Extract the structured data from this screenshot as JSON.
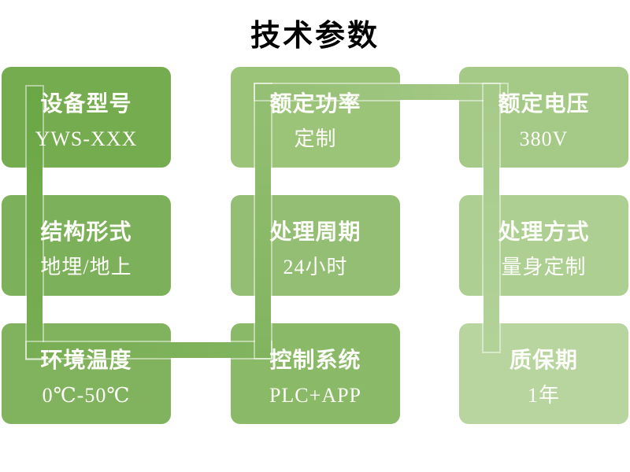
{
  "title": "技术参数",
  "diagram": {
    "boxes": [
      {
        "id": "device-model",
        "label": "设备型号",
        "value": "YWS-XXX",
        "color": "#76ac50"
      },
      {
        "id": "rated-power",
        "label": "额定功率",
        "value": "定制",
        "color": "#9cc479"
      },
      {
        "id": "rated-voltage",
        "label": "额定电压",
        "value": "380V",
        "color": "#a5ca87"
      },
      {
        "id": "structure-type",
        "label": "结构形式",
        "value": "地埋/地上",
        "color": "#7cb05a"
      },
      {
        "id": "treatment-cycle",
        "label": "处理周期",
        "value": "24小时",
        "color": "#94be74"
      },
      {
        "id": "treatment-method",
        "label": "处理方式",
        "value": "量身定制",
        "color": "#aecf92"
      },
      {
        "id": "ambient-temperature",
        "label": "环境温度",
        "value": "0℃-50℃",
        "color": "#81b35e"
      },
      {
        "id": "control-system",
        "label": "控制系统",
        "value": "PLC+APP",
        "color": "#8aba68"
      },
      {
        "id": "warranty-period",
        "label": "质保期",
        "value": "1年",
        "color": "#b8d5a0"
      }
    ],
    "connectors": [
      {
        "id": "v1",
        "dir": "to bottom",
        "from": "#6ba746",
        "to": "#78ae53"
      },
      {
        "id": "h1",
        "dir": "to right",
        "from": "#78ae53",
        "to": "#82b45f"
      },
      {
        "id": "v2",
        "dir": "to top",
        "from": "#82b45f",
        "to": "#94bf73"
      },
      {
        "id": "h2",
        "dir": "to right",
        "from": "#94bf73",
        "to": "#a6ca88"
      },
      {
        "id": "v3",
        "dir": "to bottom",
        "from": "#a6ca88",
        "to": "#b2d299"
      }
    ]
  }
}
